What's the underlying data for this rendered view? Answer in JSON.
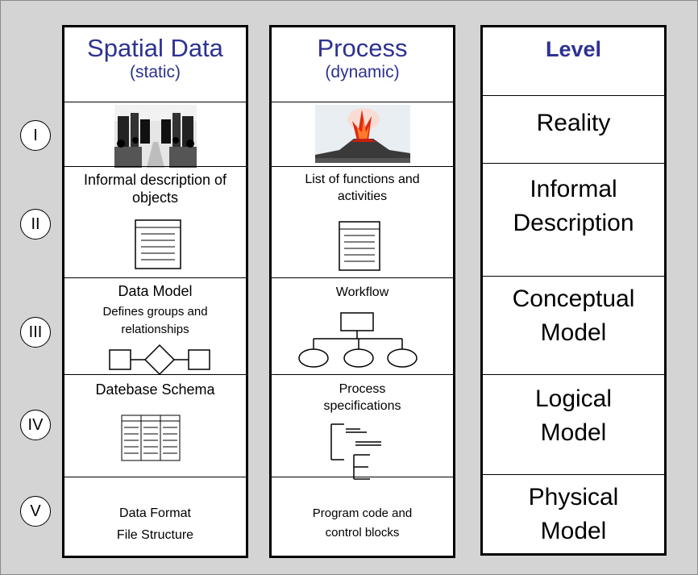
{
  "roman_numerals": [
    "I",
    "II",
    "III",
    "IV",
    "V"
  ],
  "spatial": {
    "title": "Spatial Data",
    "subtitle": "(static)",
    "informal": "Informal description of objects",
    "data_model_title": "Data Model",
    "data_model_desc": "Defines groups and relationships",
    "schema": "Datebase Schema",
    "format_line1": "Data Format",
    "format_line2": "File Structure"
  },
  "process": {
    "title": "Process",
    "subtitle": "(dynamic)",
    "informal": "List of functions and activities",
    "workflow": "Workflow",
    "specs": "Process specifications",
    "code_line1": "Program code and",
    "code_line2": "control blocks"
  },
  "level": {
    "title": "Level",
    "rows": [
      "Reality",
      "Informal Description",
      "Conceptual Model",
      "Logical Model",
      "Physical Model"
    ]
  },
  "icons": {
    "reality_spatial": "city-street-photo",
    "reality_process": "volcano-eruption-photo",
    "document": "document-icon",
    "er_diagram": "entity-relationship-icon",
    "workflow": "workflow-tree-icon",
    "table": "table-schema-icon",
    "spec": "spec-outline-icon"
  },
  "colors": {
    "heading": "#2e3192",
    "background": "#d4d4d4"
  }
}
